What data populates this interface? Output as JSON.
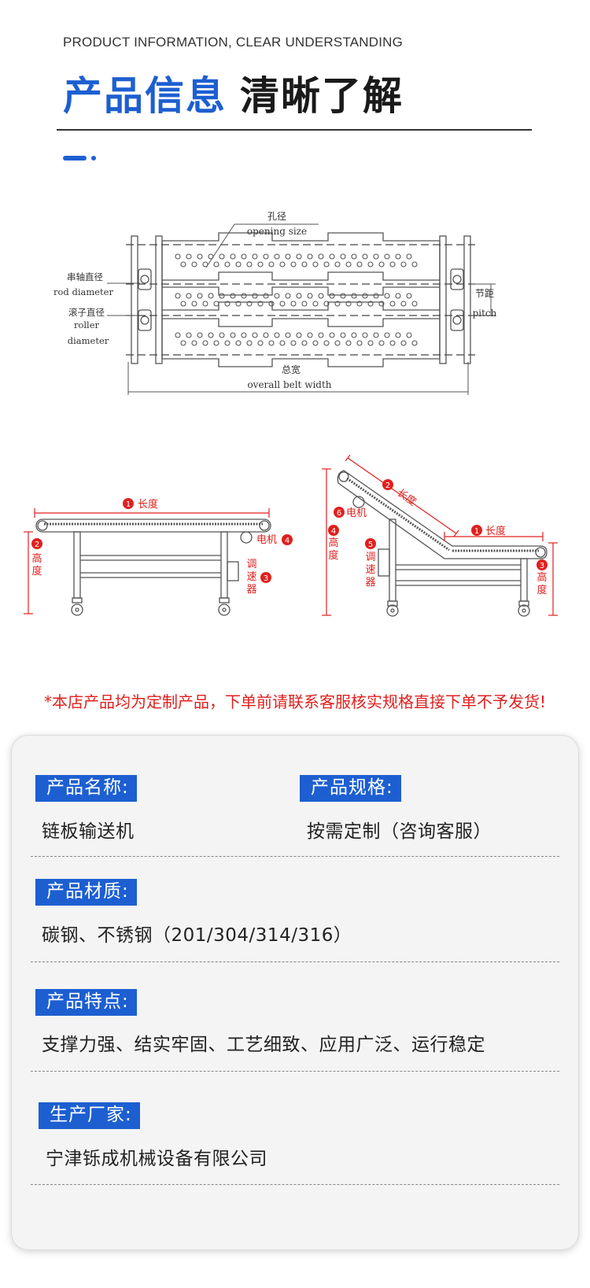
{
  "header": {
    "eyebrow": "PRODUCT INFORMATION, CLEAR UNDERSTANDING",
    "title_blue": "产品信息",
    "title_black": "清晰了解"
  },
  "belt_diagram": {
    "opening_cn": "孔径",
    "opening_en": "opening size",
    "rod_cn": "串轴直径",
    "rod_en": "rod diameter",
    "roller_cn": "滚子直径",
    "roller_en_1": "roller",
    "roller_en_2": "diameter",
    "pitch_cn": "节距",
    "pitch_en": "pitch",
    "width_cn": "总宽",
    "width_en": "overall belt width"
  },
  "flat_conveyor": {
    "n1": "1",
    "length": "长度",
    "n2": "2",
    "height_1": "高",
    "height_2": "度",
    "motor": "电机",
    "n4": "4",
    "speed_1": "调",
    "speed_2": "速",
    "speed_3": "器",
    "n3": "3"
  },
  "incline_conveyor": {
    "n2": "2",
    "length_incline": "长度",
    "n6": "6",
    "motor": "电机",
    "n4": "4",
    "height_1": "高",
    "height_2": "度",
    "n5": "5",
    "speed_1": "调",
    "speed_2": "速",
    "speed_3": "器",
    "n1": "1",
    "length_flat": "长度",
    "n3": "3",
    "height_r_1": "高",
    "height_r_2": "度"
  },
  "notice": "*本店产品均为定制产品，下单前请联系客服核实规格直接下单不予发货!",
  "info": {
    "name_label": "产品名称:",
    "name_value": "链板输送机",
    "spec_label": "产品规格:",
    "spec_value": "按需定制（咨询客服）",
    "material_label": "产品材质:",
    "material_value": "碳钢、不锈钢（201/304/314/316）",
    "feature_label": "产品特点:",
    "feature_value": "支撑力强、结实牢固、工艺细致、应用广泛、运行稳定",
    "maker_label": "生产厂家:",
    "maker_value": "宁津铄成机械设备有限公司"
  },
  "colors": {
    "accent_blue": "#1d5fd1",
    "notice_red": "#e0201e",
    "dim_red": "#e0201e"
  }
}
